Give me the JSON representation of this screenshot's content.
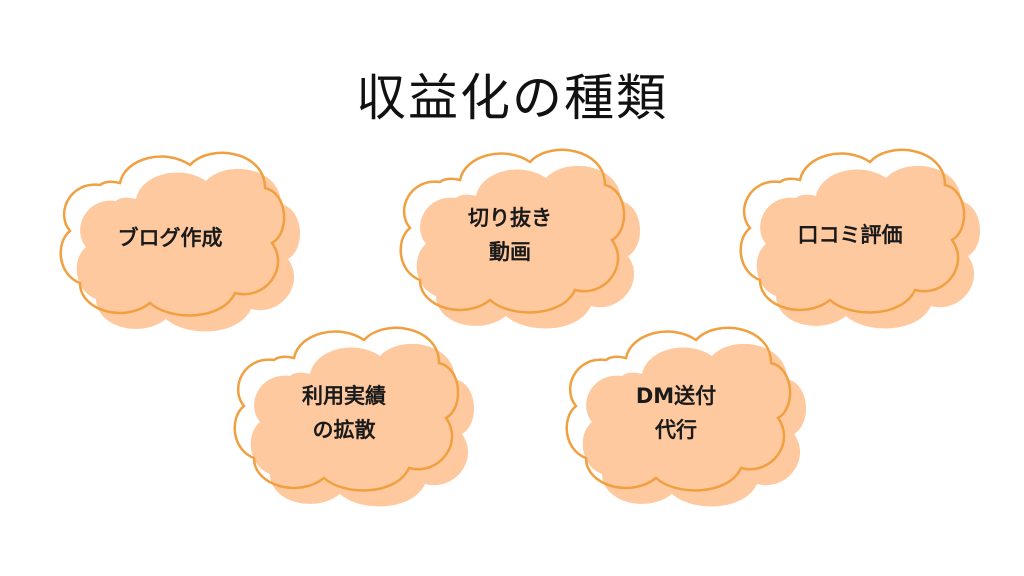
{
  "title": "収益化の種類",
  "colors": {
    "fill": "#ffc9a0",
    "stroke": "#f0a040",
    "text": "#1a1a1a"
  },
  "clouds": [
    {
      "lines": [
        "ブログ作成"
      ]
    },
    {
      "lines": [
        "切り抜き",
        "動画"
      ]
    },
    {
      "lines": [
        "口コミ評価"
      ]
    },
    {
      "lines": [
        "利用実績",
        "の拡散"
      ]
    },
    {
      "lines": [
        "DM送付",
        "代行"
      ]
    }
  ]
}
